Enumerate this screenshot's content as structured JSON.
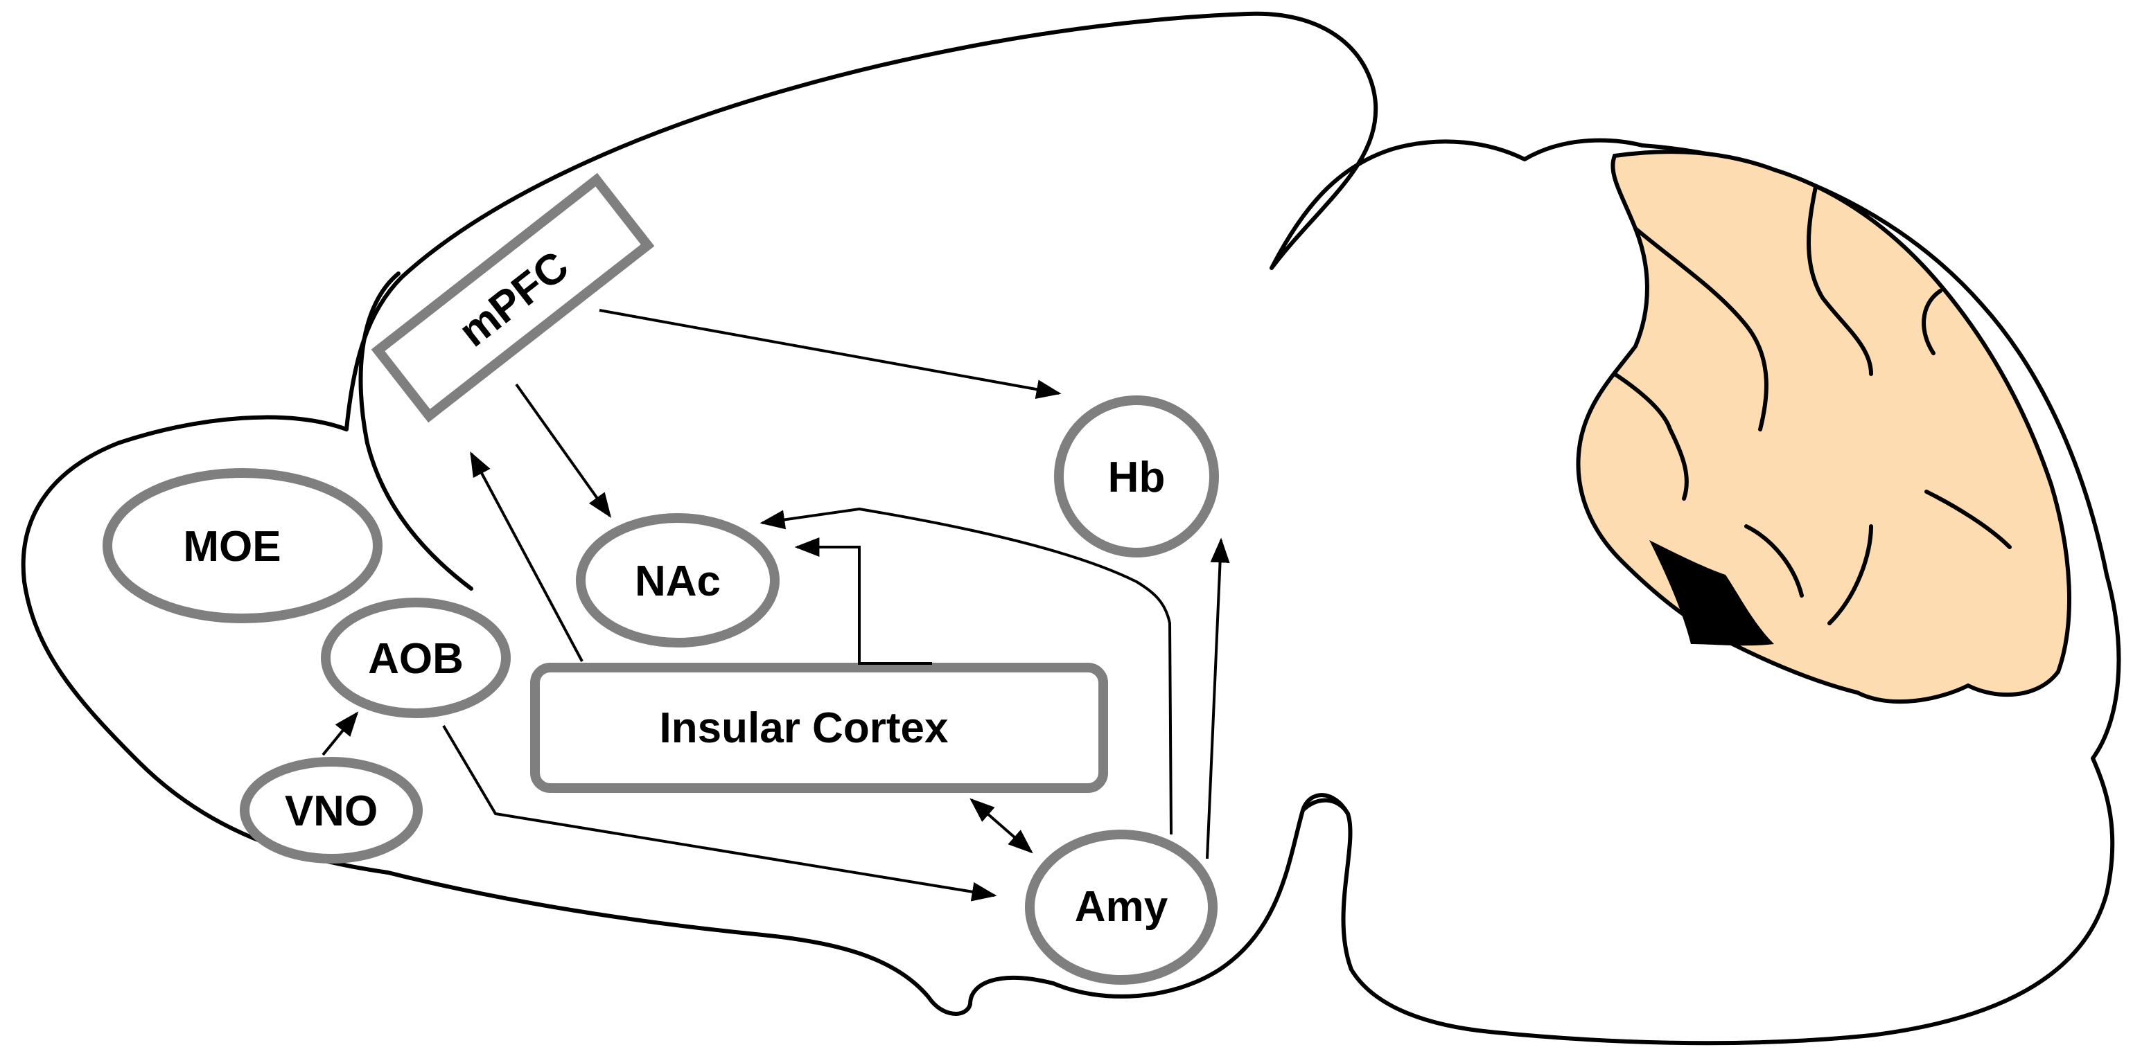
{
  "diagram": {
    "colors": {
      "brain_fill": "#fcdcb0",
      "outline": "#000000",
      "region_stroke": "#7f7f7f",
      "arrow": "#000000",
      "label": "#000000"
    },
    "regions": [
      {
        "id": "moe",
        "label": "MOE"
      },
      {
        "id": "aob",
        "label": "AOB"
      },
      {
        "id": "vno",
        "label": "VNO"
      },
      {
        "id": "mpfc",
        "label": "mPFC"
      },
      {
        "id": "nac",
        "label": "NAc"
      },
      {
        "id": "hb",
        "label": "Hb"
      },
      {
        "id": "insular",
        "label": "Insular Cortex"
      },
      {
        "id": "amy",
        "label": "Amy"
      }
    ],
    "connections": [
      {
        "from": "VNO",
        "to": "AOB",
        "direction": "one-way"
      },
      {
        "from": "AOB",
        "to": "Amy",
        "direction": "one-way"
      },
      {
        "from": "Insular Cortex",
        "to": "Amy",
        "direction": "two-way"
      },
      {
        "from": "Insular Cortex",
        "to": "mPFC",
        "direction": "one-way"
      },
      {
        "from": "Insular Cortex",
        "to": "NAc",
        "direction": "one-way"
      },
      {
        "from": "mPFC",
        "to": "NAc",
        "direction": "one-way"
      },
      {
        "from": "mPFC",
        "to": "Hb",
        "direction": "one-way"
      },
      {
        "from": "Amy",
        "to": "NAc",
        "direction": "one-way"
      },
      {
        "from": "Amy",
        "to": "Hb",
        "direction": "one-way"
      }
    ]
  }
}
